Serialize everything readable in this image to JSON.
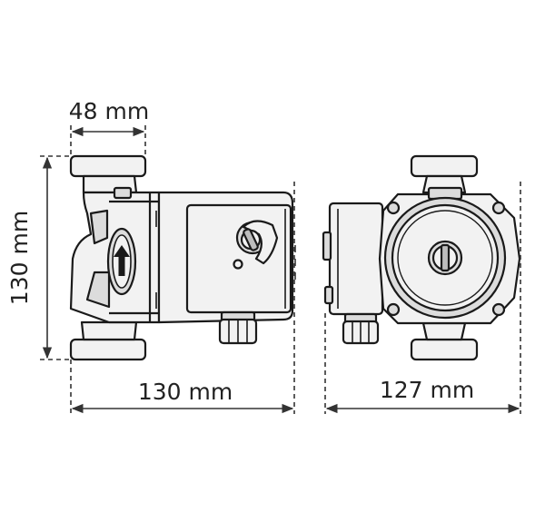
{
  "dimensions": {
    "flange_width": "48 mm",
    "height": "130 mm",
    "side_length": "130 mm",
    "front_width": "127 mm"
  },
  "colors": {
    "stroke": "#1a1a1a",
    "fill_light": "#f2f2f2",
    "fill_mid": "#dcdcdc",
    "fill_dark": "#bdbdbd",
    "dim_line": "#333333",
    "background": "#ffffff"
  },
  "icons": {
    "flow_arrow": "up-arrow-icon"
  }
}
